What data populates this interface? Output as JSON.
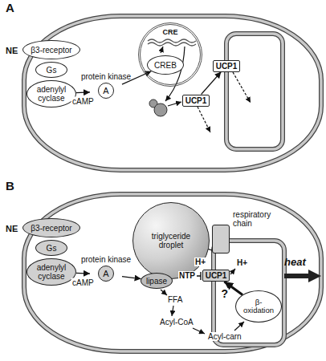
{
  "diagram": {
    "nodes": [
      {
        "text": [
          "β3-receptor"
        ]
      },
      {
        "text": [
          "Gs"
        ]
      },
      {
        "text": [
          "adenylyl cyclase"
        ]
      },
      {
        "text": [
          "protein kinase",
          "A"
        ]
      },
      {
        "text": [
          "CRE"
        ]
      },
      {
        "text": [
          "CREB"
        ],
        "in": 4
      },
      {
        "text": [
          "UCP1"
        ]
      },
      {
        "text": [
          "UCP1"
        ]
      },
      {
        "text": [
          "β3-receptor"
        ]
      },
      {
        "text": [
          "Gs"
        ]
      },
      {
        "text": [
          "adenylyl cyclase"
        ]
      },
      {
        "text": [
          "protein kinase",
          "A"
        ]
      },
      {
        "text": [
          "triglyceride droplet"
        ]
      },
      {
        "text": [
          "lipase"
        ]
      },
      {
        "text": [
          "respiratory chain"
        ]
      },
      {
        "text": [
          "UCP1"
        ]
      },
      {
        "text": [
          "β-oxidation"
        ]
      },
      {
        "text": [
          "heat"
        ]
      }
    ],
    "edges": [
      {
        "from": 2,
        "to": 3,
        "arrow": "to",
        "label": "cAMP"
      },
      {
        "from": 3,
        "to": 5,
        "arrow": "to"
      },
      {
        "from": 6,
        "to": 7,
        "arrow": "to"
      },
      {
        "from": 10,
        "to": 11,
        "arrow": "to",
        "label": "cAMP"
      },
      {
        "from": 11,
        "to": 13,
        "arrow": "to"
      },
      {
        "from": 16,
        "to": 15,
        "arrow": "to",
        "label": "?"
      }
    ],
    "labels": [
      "A",
      "NE",
      "B",
      "NE",
      "FFA",
      "Acyl-CoA",
      "Acyl-carn",
      "NTP",
      "H+",
      "H+"
    ]
  }
}
